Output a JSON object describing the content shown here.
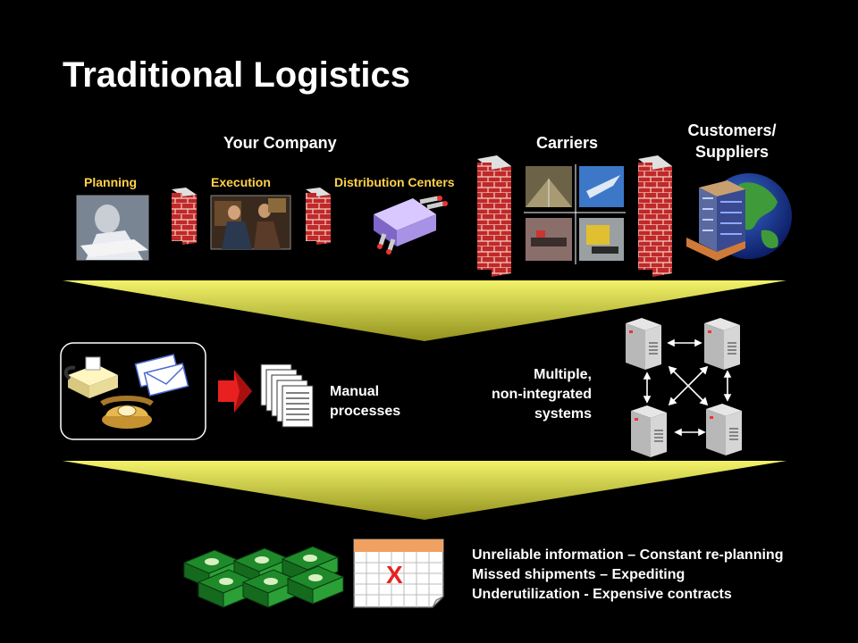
{
  "title": "Traditional Logistics",
  "headers": {
    "your_company": "Your Company",
    "carriers": "Carriers",
    "customers_suppliers_line1": "Customers/",
    "customers_suppliers_line2": "Suppliers"
  },
  "labels": {
    "planning": "Planning",
    "execution": "Execution",
    "distribution_centers": "Distribution Centers"
  },
  "middle": {
    "manual_line1": "Manual",
    "manual_line2": "processes",
    "multiple_line1": "Multiple,",
    "multiple_line2": "non-integrated",
    "multiple_line3": "systems"
  },
  "outcomes": [
    "Unreliable information – Constant re-planning",
    "Missed shipments – Expediting",
    "Underutilization - Expensive contracts"
  ],
  "calendar_mark": "X",
  "colors": {
    "label_yellow": "#ffd24a",
    "funnel_yellow": "#ffff66",
    "wall_red": "#c0282a",
    "arrow_red": "#e82020"
  },
  "icons": {
    "firewalls": [
      "brick-wall-icon"
    ],
    "communication": [
      "fax-icon",
      "envelope-icon",
      "telephone-icon"
    ],
    "documents": "document-stack-icon",
    "servers": "server-icon",
    "money": "money-stack-icon",
    "calendar": "calendar-icon"
  }
}
